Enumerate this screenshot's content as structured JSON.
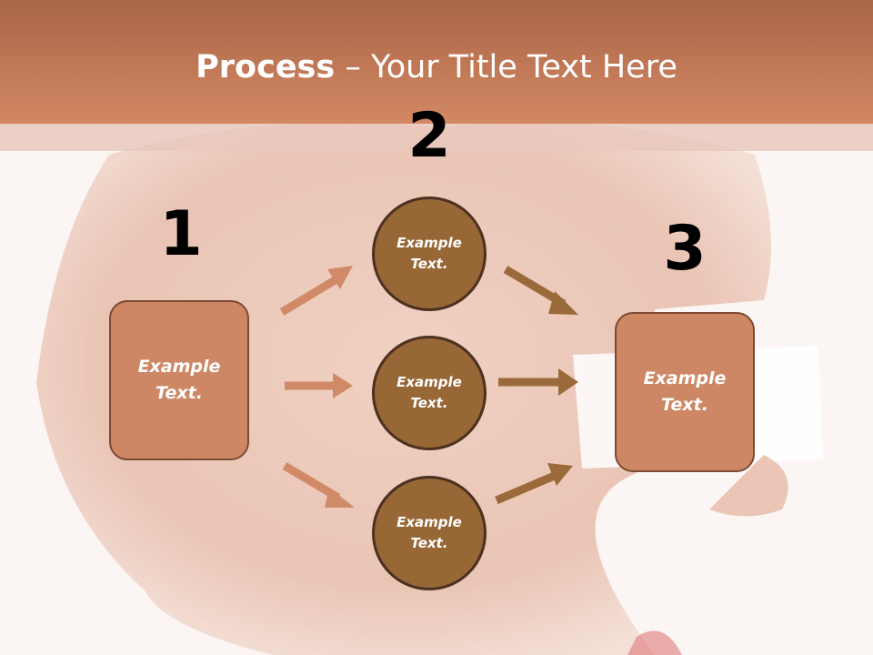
{
  "title": {
    "bold": "Process",
    "rest": " – Your Title Text Here"
  },
  "steps": {
    "one": {
      "number": "1",
      "box_text_line1": "Example",
      "box_text_line2": "Text."
    },
    "two": {
      "number": "2",
      "circles": [
        {
          "line1": "Example",
          "line2": "Text."
        },
        {
          "line1": "Example",
          "line2": "Text."
        },
        {
          "line1": "Example",
          "line2": "Text."
        }
      ]
    },
    "three": {
      "number": "3",
      "box_text_line1": "Example",
      "box_text_line2": "Text."
    }
  },
  "colors": {
    "header": "#c77550",
    "box_fill": "#cd8764",
    "circle_fill": "#976736",
    "arrow_left": "#d08a68",
    "arrow_right": "#9a6a3a"
  }
}
